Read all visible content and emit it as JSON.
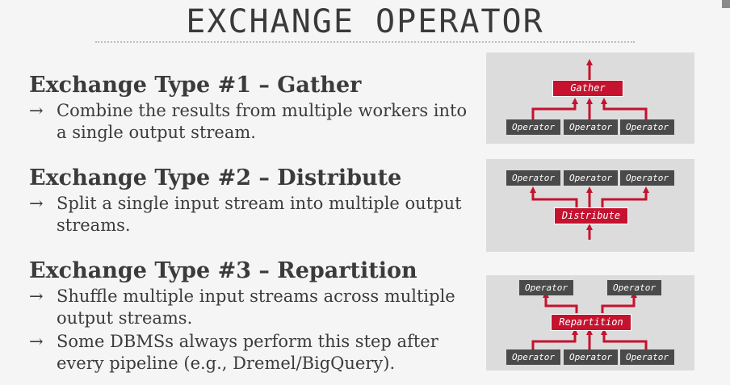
{
  "title": "EXCHANGE OPERATOR",
  "sections": [
    {
      "heading": "Exchange Type #1 – Gather",
      "bullets": [
        {
          "arrow": "→",
          "text": "Combine the results from multiple workers into a single output stream."
        }
      ]
    },
    {
      "heading": "Exchange Type #2 – Distribute",
      "bullets": [
        {
          "arrow": "→",
          "text": "Split a single input stream into multiple output streams."
        }
      ]
    },
    {
      "heading": "Exchange Type #3 – Repartition",
      "bullets": [
        {
          "arrow": "→",
          "text": "Shuffle multiple input streams across multiple output streams."
        },
        {
          "arrow": "→",
          "text": "Some DBMSs always perform this step after every pipeline (e.g., Dremel/BigQuery)."
        }
      ]
    }
  ],
  "diagrams": {
    "gather": {
      "exchange": "Gather",
      "operators": [
        "Operator",
        "Operator",
        "Operator"
      ]
    },
    "distribute": {
      "exchange": "Distribute",
      "operators": [
        "Operator",
        "Operator",
        "Operator"
      ]
    },
    "repartition": {
      "exchange": "Repartition",
      "outputs": [
        "Operator",
        "Operator"
      ],
      "inputs": [
        "Operator",
        "Operator",
        "Operator"
      ]
    }
  },
  "colors": {
    "exchange": "#c4122f",
    "operator": "#4a4a4a",
    "panel": "#dcdcdc"
  }
}
